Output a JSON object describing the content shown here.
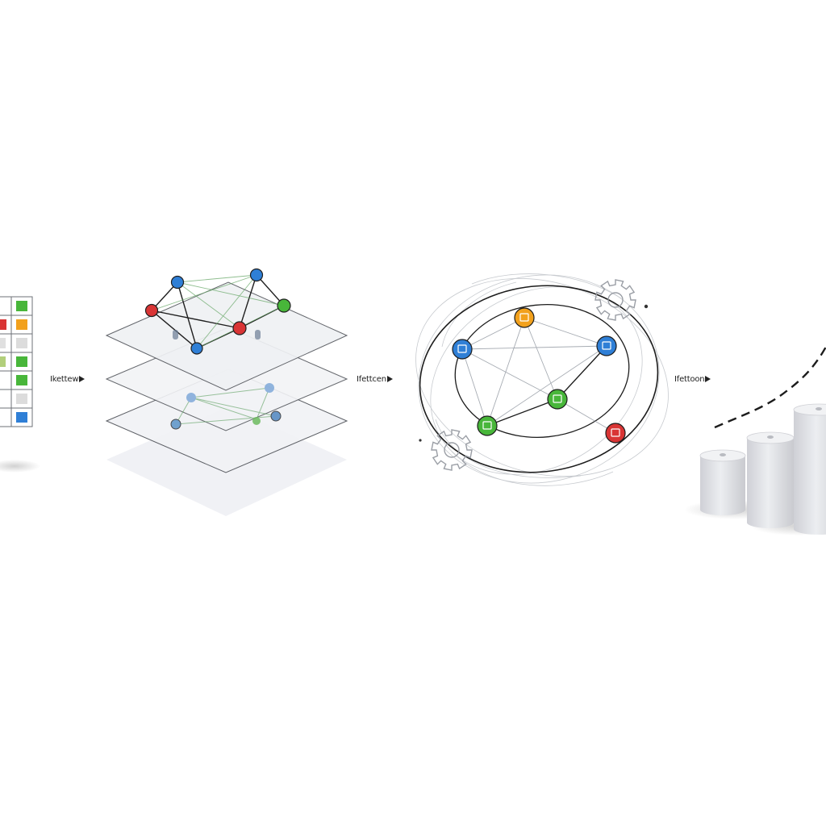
{
  "arrows": [
    {
      "label": "Ikettew"
    },
    {
      "label": "Ifettcen"
    },
    {
      "label": "Ifettoon"
    }
  ],
  "colors": {
    "blue": "#2f7fd6",
    "red": "#d93535",
    "green": "#48b63a",
    "orange": "#f2a11d",
    "gray": "#c4c4c4",
    "layer_fill": "#eef0f4",
    "layer_stroke": "#55585e",
    "cylinder": "#dcdde2"
  },
  "icons": [
    "gear-icon",
    "gear-icon"
  ]
}
